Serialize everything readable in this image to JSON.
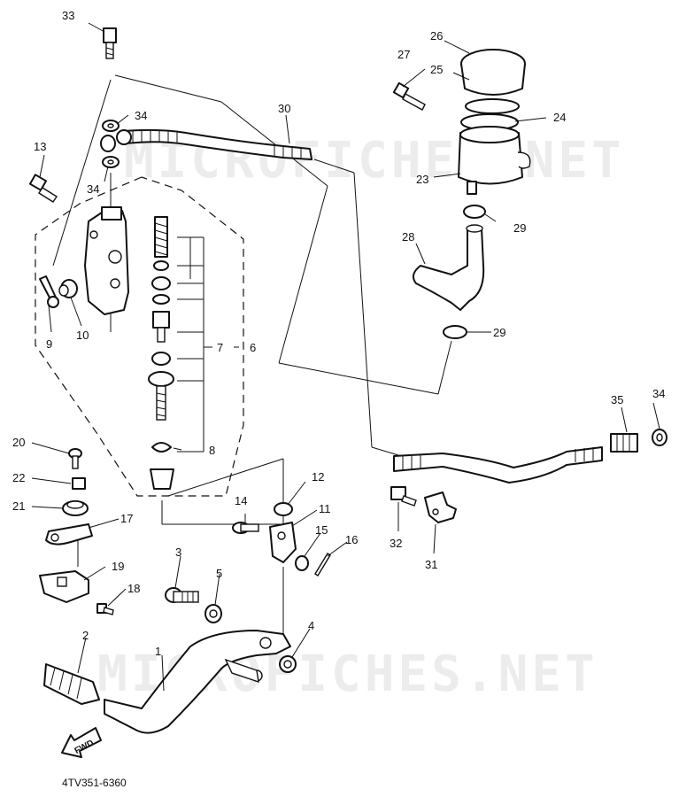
{
  "watermark_text": "MICROFICHES.NET",
  "reference_code": "4TV351-6360",
  "fwd_label": "FWD",
  "callouts": {
    "c1": "1",
    "c2": "2",
    "c3": "3",
    "c4": "4",
    "c5": "5",
    "c6": "6",
    "c7": "7",
    "c8": "8",
    "c9": "9",
    "c10": "10",
    "c11": "11",
    "c12": "12",
    "c13": "13",
    "c14": "14",
    "c15": "15",
    "c16": "16",
    "c17": "17",
    "c18": "18",
    "c19": "19",
    "c20": "20",
    "c21": "21",
    "c22": "22",
    "c23": "23",
    "c24": "24",
    "c25": "25",
    "c26": "26",
    "c27": "27",
    "c28": "28",
    "c29a": "29",
    "c29b": "29",
    "c30": "30",
    "c31": "31",
    "c32": "32",
    "c33": "33",
    "c34a": "34",
    "c34b": "34",
    "c34c": "34",
    "c35": "35"
  }
}
